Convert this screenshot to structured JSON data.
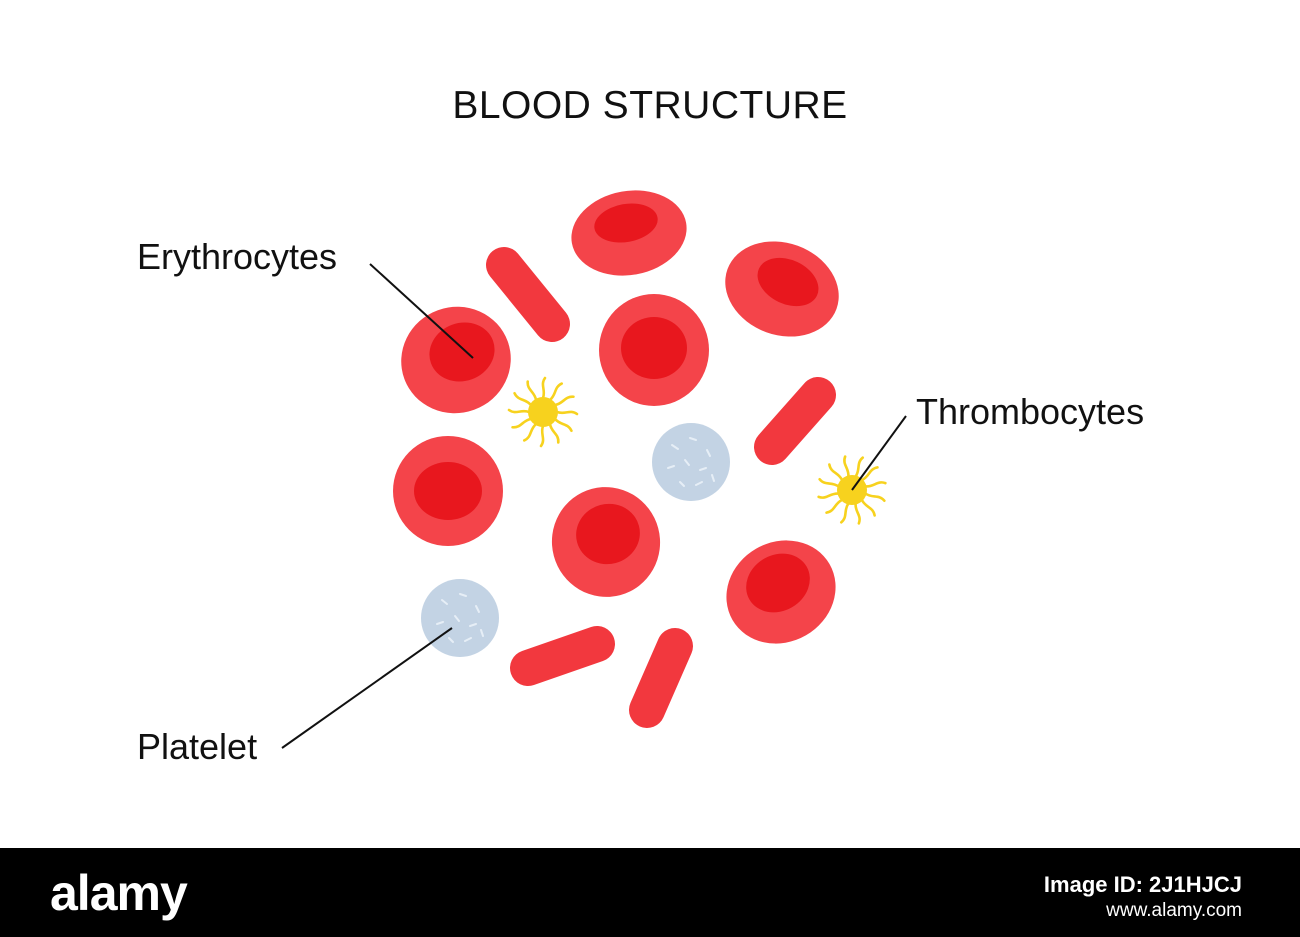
{
  "diagram": {
    "title": "BLOOD STRUCTURE",
    "labels": {
      "erythrocytes": "Erythrocytes",
      "thrombocytes": "Thrombocytes",
      "platelet": "Platelet"
    },
    "colors": {
      "rbc_outer": "#f4444a",
      "rbc_inner": "#e8171e",
      "rbc_capsule": "#f2383e",
      "thrombocyte": "#f7d21e",
      "platelet": "#c3d3e4",
      "line": "#111111"
    }
  },
  "watermark": {
    "brand": "alamy",
    "image_id": "Image ID: 2J1HJCJ",
    "site": "www.alamy.com"
  }
}
